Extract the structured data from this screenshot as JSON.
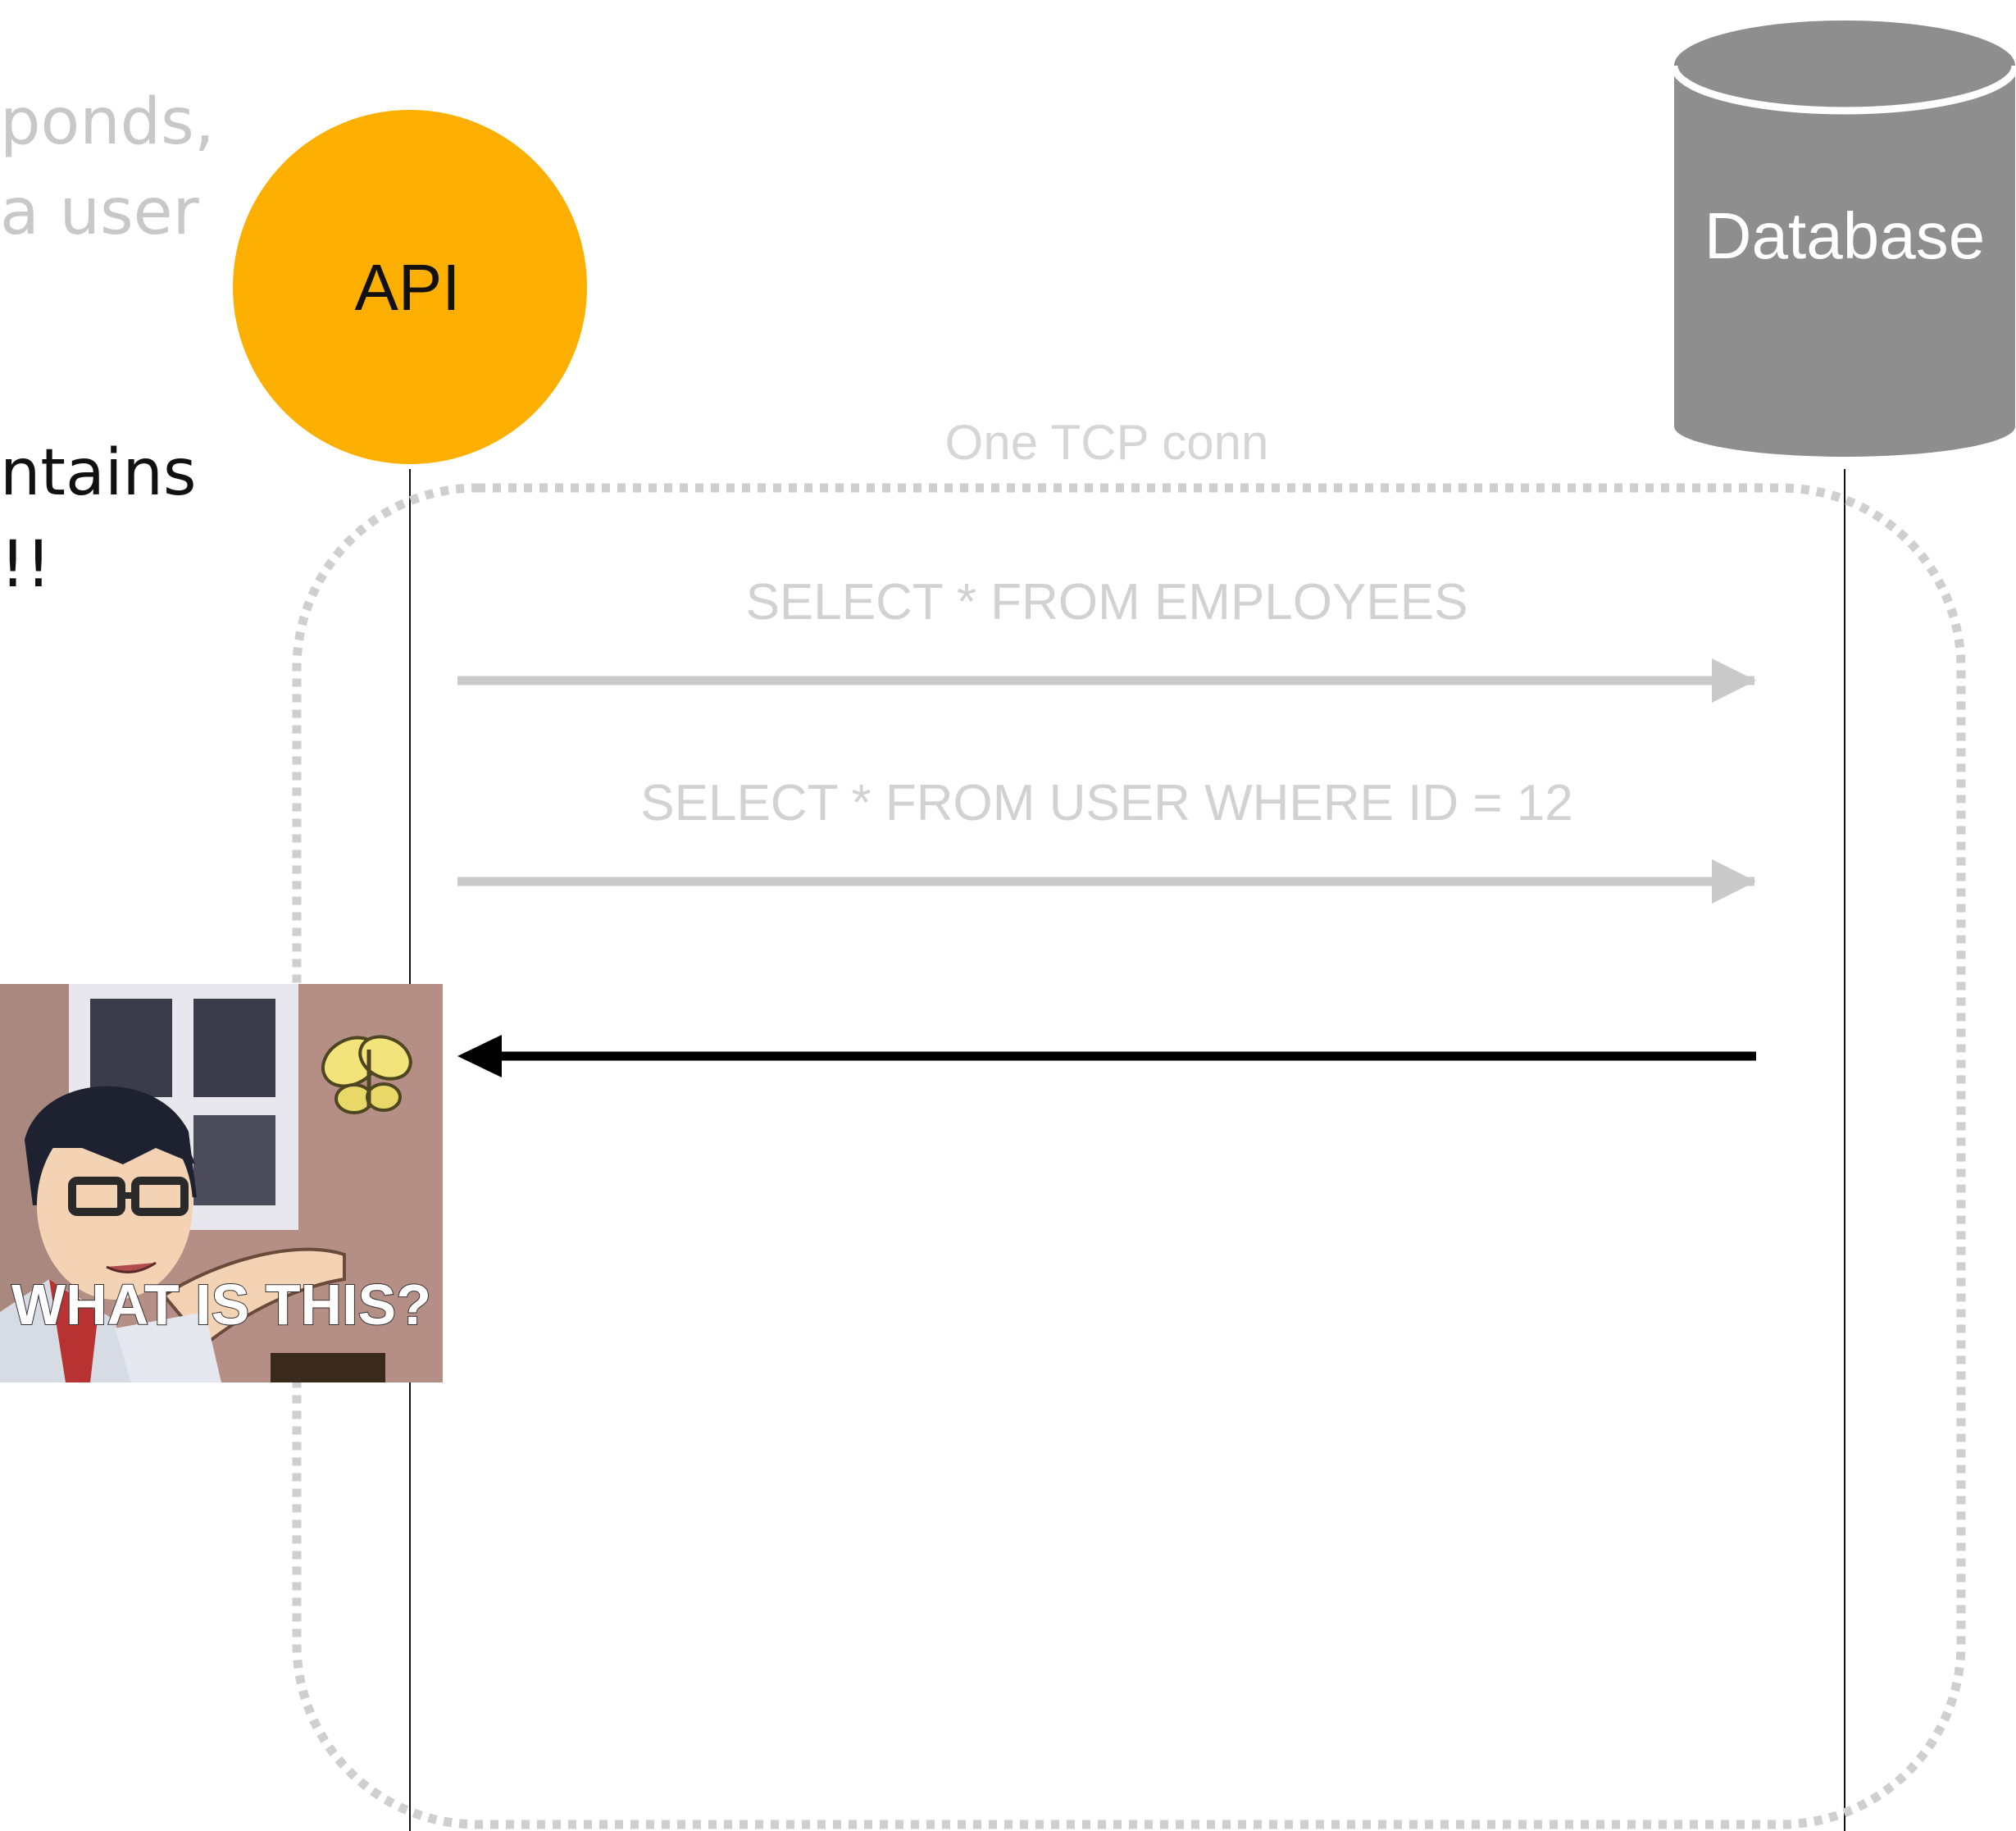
{
  "left_text": {
    "line1": "ponds,",
    "line2": "a user",
    "line3": "ntains",
    "line4": "!!"
  },
  "nodes": {
    "api": "API",
    "database": "Database"
  },
  "connection": {
    "label": "One TCP conn"
  },
  "messages": [
    {
      "label": "SELECT * FROM EMPLOYEES",
      "direction": "api-to-database"
    },
    {
      "label": "SELECT * FROM USER WHERE ID = 12",
      "direction": "api-to-database"
    },
    {
      "label": "",
      "direction": "database-to-api"
    }
  ],
  "meme": {
    "caption": "WHAT IS THIS?"
  },
  "colors": {
    "api_fill": "#FDAF00",
    "database_fill": "#8E8E8E",
    "request_arrow": "#CACACA",
    "response_arrow": "#000000",
    "connection_border": "#CFCFCF"
  }
}
